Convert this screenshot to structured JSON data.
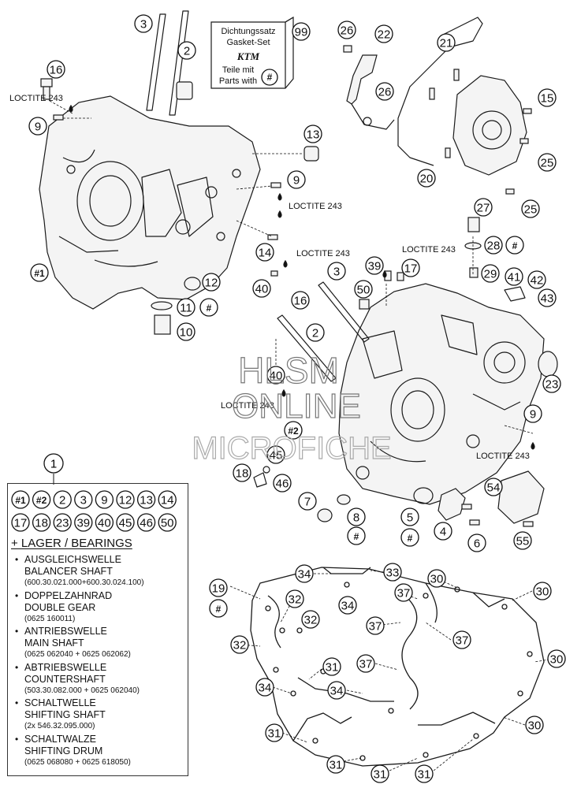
{
  "gasket_set": {
    "line1": "Dichtungssatz",
    "line2": "Gasket-Set",
    "logo": "KTM",
    "line3": "Teile mit",
    "line4": "Parts with",
    "hash": "#"
  },
  "loctite": "LOCTITE 243",
  "callouts": [
    {
      "id": "c3a",
      "label": "3"
    },
    {
      "id": "c2a",
      "label": "2"
    },
    {
      "id": "c16a",
      "label": "16"
    },
    {
      "id": "c9a",
      "label": "9"
    },
    {
      "id": "c13",
      "label": "13"
    },
    {
      "id": "c9b",
      "label": "9"
    },
    {
      "id": "c14",
      "label": "14"
    },
    {
      "id": "c40a",
      "label": "40"
    },
    {
      "id": "c1h",
      "label": "#1"
    },
    {
      "id": "c12",
      "label": "12"
    },
    {
      "id": "c11",
      "label": "11"
    },
    {
      "id": "c11h",
      "label": "#"
    },
    {
      "id": "c10",
      "label": "10"
    },
    {
      "id": "c99",
      "label": "99"
    },
    {
      "id": "c26a",
      "label": "26"
    },
    {
      "id": "c22",
      "label": "22"
    },
    {
      "id": "c26b",
      "label": "26"
    },
    {
      "id": "c21",
      "label": "21"
    },
    {
      "id": "c15",
      "label": "15"
    },
    {
      "id": "c25a",
      "label": "25"
    },
    {
      "id": "c20",
      "label": "20"
    },
    {
      "id": "c25b",
      "label": "25"
    },
    {
      "id": "c27",
      "label": "27"
    },
    {
      "id": "c28",
      "label": "28"
    },
    {
      "id": "c28h",
      "label": "#"
    },
    {
      "id": "c39",
      "label": "39"
    },
    {
      "id": "c17",
      "label": "17"
    },
    {
      "id": "c3b",
      "label": "3"
    },
    {
      "id": "c29",
      "label": "29"
    },
    {
      "id": "c41",
      "label": "41"
    },
    {
      "id": "c42",
      "label": "42"
    },
    {
      "id": "c50",
      "label": "50"
    },
    {
      "id": "c16b",
      "label": "16"
    },
    {
      "id": "c43",
      "label": "43"
    },
    {
      "id": "c2b",
      "label": "2"
    },
    {
      "id": "c23",
      "label": "23"
    },
    {
      "id": "c40b",
      "label": "40"
    },
    {
      "id": "c9c",
      "label": "9"
    },
    {
      "id": "c2h",
      "label": "#2"
    },
    {
      "id": "c45",
      "label": "45"
    },
    {
      "id": "c18",
      "label": "18"
    },
    {
      "id": "c46",
      "label": "46"
    },
    {
      "id": "c54",
      "label": "54"
    },
    {
      "id": "c7",
      "label": "7"
    },
    {
      "id": "c8",
      "label": "8"
    },
    {
      "id": "c8h",
      "label": "#"
    },
    {
      "id": "c5",
      "label": "5"
    },
    {
      "id": "c5h",
      "label": "#"
    },
    {
      "id": "c4",
      "label": "4"
    },
    {
      "id": "c6",
      "label": "6"
    },
    {
      "id": "c55",
      "label": "55"
    },
    {
      "id": "c34a",
      "label": "34"
    },
    {
      "id": "c33",
      "label": "33"
    },
    {
      "id": "c34b",
      "label": "34"
    },
    {
      "id": "c30a",
      "label": "30"
    },
    {
      "id": "c30b",
      "label": "30"
    },
    {
      "id": "c19",
      "label": "19"
    },
    {
      "id": "c19h",
      "label": "#"
    },
    {
      "id": "c32a",
      "label": "32"
    },
    {
      "id": "c37a",
      "label": "37"
    },
    {
      "id": "c32b",
      "label": "32"
    },
    {
      "id": "c37b",
      "label": "37"
    },
    {
      "id": "c37c",
      "label": "37"
    },
    {
      "id": "c32c",
      "label": "32"
    },
    {
      "id": "c30c",
      "label": "30"
    },
    {
      "id": "c31a",
      "label": "31"
    },
    {
      "id": "c37d",
      "label": "37"
    },
    {
      "id": "c34c",
      "label": "34"
    },
    {
      "id": "c34d",
      "label": "34"
    },
    {
      "id": "c31b",
      "label": "31"
    },
    {
      "id": "c30d",
      "label": "30"
    },
    {
      "id": "c31c",
      "label": "31"
    },
    {
      "id": "c31d",
      "label": "31"
    },
    {
      "id": "c31e",
      "label": "31"
    }
  ],
  "watermark": {
    "line1": "HLSM",
    "line2": "ONLINE",
    "line3": "MICROFICHE"
  },
  "legend": {
    "number": "1",
    "parts_row1": [
      "#1",
      "#2",
      "2",
      "3",
      "9",
      "12",
      "13",
      "14"
    ],
    "parts_row2": [
      "17",
      "18",
      "23",
      "39",
      "40",
      "45",
      "46",
      "50"
    ],
    "heading": "+ LAGER / BEARINGS",
    "bearings": [
      {
        "de": "AUSGLEICHSWELLE",
        "en": "BALANCER SHAFT",
        "ref": "(600.30.021.000+600.30.024.100)"
      },
      {
        "de": "DOPPELZAHNRAD",
        "en": "DOUBLE GEAR",
        "ref": "(0625 160011)"
      },
      {
        "de": "ANTRIEBSWELLE",
        "en": "MAIN SHAFT",
        "ref": "(0625 062040 + 0625 062062)"
      },
      {
        "de": "ABTRIEBSWELLE",
        "en": "COUNTERSHAFT",
        "ref": "(503.30.082.000 + 0625 062040)"
      },
      {
        "de": "SCHALTWELLE",
        "en": "SHIFTING SHAFT",
        "ref": "(2x 546.32.095.000)"
      },
      {
        "de": "SCHALTWALZE",
        "en": "SHIFTING DRUM",
        "ref": "(0625 068080 + 0625 618050)"
      }
    ]
  }
}
